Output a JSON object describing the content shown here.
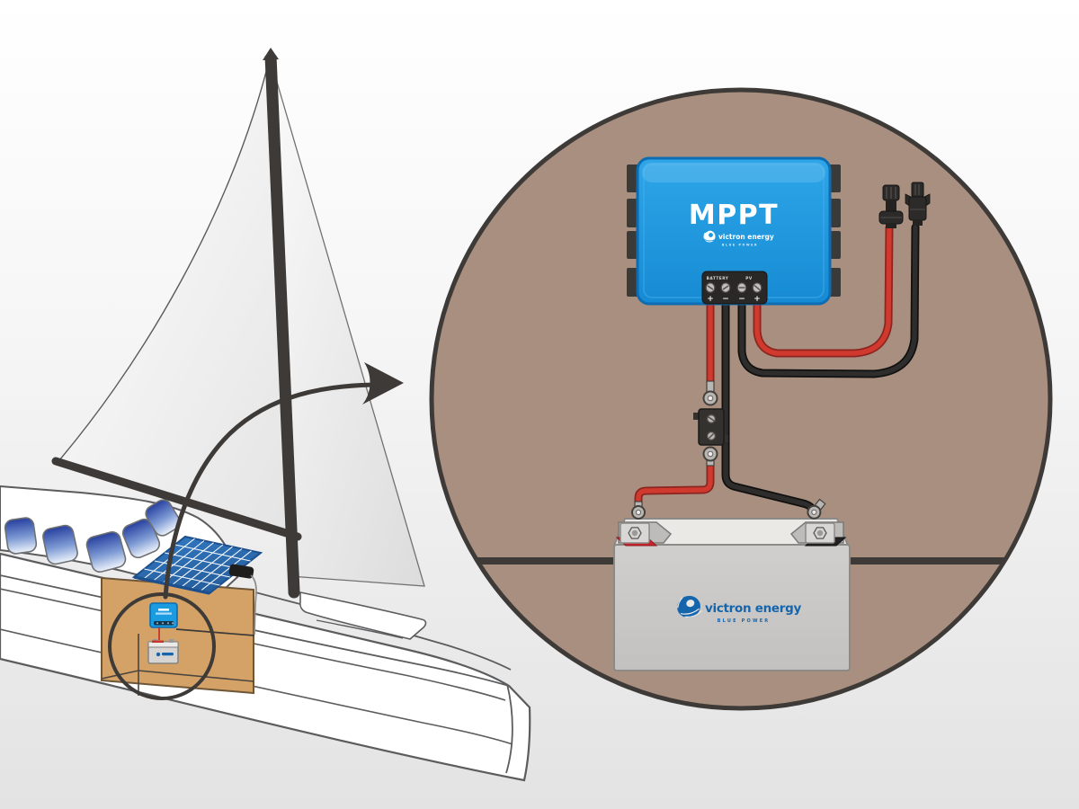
{
  "detail_view": {
    "controller": {
      "model": "MPPT",
      "brand": "victron energy",
      "brand_tagline": "BLUE POWER",
      "terminal_block": {
        "group_labels": [
          "BATTERY",
          "PV"
        ],
        "polarities": [
          "+",
          "−",
          "−",
          "+"
        ]
      }
    },
    "battery": {
      "brand": "victron energy",
      "brand_tagline": "BLUE POWER"
    },
    "colors": {
      "circle_background": "#a88f7f",
      "controller_blue": "#1f9ae0",
      "victron_text_blue": "#1565ad",
      "wire_red": "#d0392e",
      "wire_black": "#2e2d2c",
      "outline_dark": "#3e3a37"
    }
  },
  "boat_view": {
    "colors": {
      "cutaway_tan": "#d4a266",
      "solar_panel_blue": "#2e72b8",
      "hull_outline": "#5b5c5e",
      "window_blue": "#27409f"
    }
  }
}
